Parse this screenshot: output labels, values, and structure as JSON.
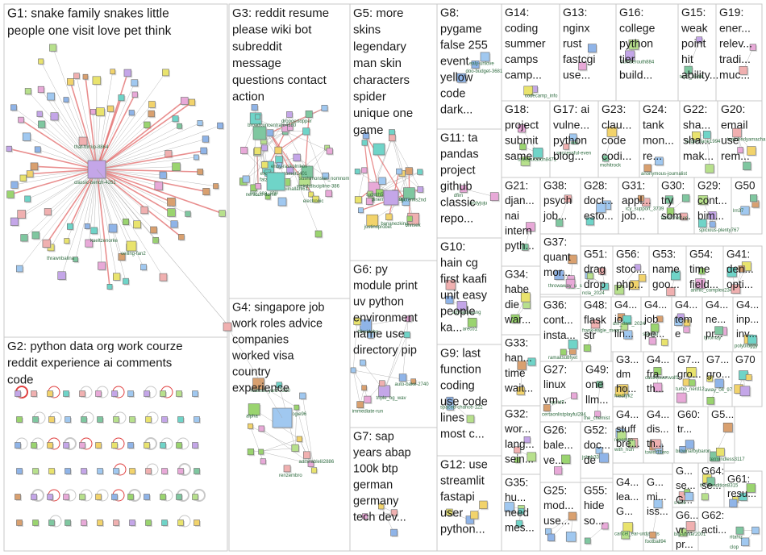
{
  "groups": [
    {
      "id": "G1",
      "lines": [
        "G1: snake family snakes little",
        "people one visit love pet think"
      ]
    },
    {
      "id": "G2",
      "lines": [
        "G2: python data org work courze",
        "reddit experience ai comments",
        "code"
      ]
    },
    {
      "id": "G3",
      "lines": [
        "G3: reddit resume",
        "please wiki bot",
        "subreddit",
        "message",
        "questions contact",
        "action"
      ]
    },
    {
      "id": "G4",
      "lines": [
        "G4: singapore job",
        "work roles advice",
        "companies",
        "worked visa",
        "country",
        "experience"
      ]
    },
    {
      "id": "G5",
      "lines": [
        "G5: more",
        "skins",
        "legendary",
        "man skin",
        "characters",
        "spider",
        "unique one",
        "game"
      ]
    },
    {
      "id": "G6",
      "lines": [
        "G6: py",
        "module print",
        "uv python",
        "environment",
        "name use",
        "directory pip"
      ]
    },
    {
      "id": "G7",
      "lines": [
        "G7: sap",
        "years abap",
        "100k btp",
        "german",
        "germany",
        "tech dev..."
      ]
    },
    {
      "id": "G8",
      "lines": [
        "G8:",
        "pygame",
        "false 255",
        "event",
        "yellow",
        "code",
        "dark..."
      ]
    },
    {
      "id": "G11",
      "lines": [
        "G11: ta",
        "pandas",
        "project",
        "github",
        "classic",
        "repo..."
      ]
    },
    {
      "id": "G10",
      "lines": [
        "G10:",
        "hain cg",
        "first kaafi",
        "unit easy",
        "people",
        "ka..."
      ]
    },
    {
      "id": "G9",
      "lines": [
        "G9: last",
        "function",
        "coding",
        "use code",
        "lines",
        "most c..."
      ]
    },
    {
      "id": "G12",
      "lines": [
        "G12: use",
        "streamlit",
        "fastapi",
        "user",
        "python..."
      ]
    },
    {
      "id": "G14",
      "lines": [
        "G14:",
        "coding",
        "summer",
        "camps",
        "camp..."
      ]
    },
    {
      "id": "G13",
      "lines": [
        "G13:",
        "nginx",
        "rust",
        "fastcgi",
        "use..."
      ]
    },
    {
      "id": "G16",
      "lines": [
        "G16:",
        "college",
        "python",
        "tier",
        "build..."
      ]
    },
    {
      "id": "G15",
      "lines": [
        "G15:",
        "weak",
        "point",
        "hit",
        "ability..."
      ]
    },
    {
      "id": "G19",
      "lines": [
        "G19:",
        "ener...",
        "relev...",
        "tradi...",
        "muc..."
      ]
    },
    {
      "id": "G18",
      "lines": [
        "G18:",
        "project",
        "submit",
        "same..."
      ]
    },
    {
      "id": "G17",
      "lines": [
        "G17: ai",
        "vulne...",
        "python",
        "blog..."
      ]
    },
    {
      "id": "G23",
      "lines": [
        "G23:",
        "clau...",
        "code",
        "codi..."
      ]
    },
    {
      "id": "G24",
      "lines": [
        "G24:",
        "tank",
        "mon...",
        "re..."
      ]
    },
    {
      "id": "G22",
      "lines": [
        "G22:",
        "sha...",
        "sha...",
        "mak..."
      ]
    },
    {
      "id": "G20",
      "lines": [
        "G20:",
        "email",
        "use",
        "rem..."
      ]
    },
    {
      "id": "G21",
      "lines": [
        "G21:",
        "djan...",
        "nai",
        "intern",
        "pyth..."
      ]
    },
    {
      "id": "G38",
      "lines": [
        "G38:",
        "psych",
        "job..."
      ]
    },
    {
      "id": "G28",
      "lines": [
        "G28:",
        "doct...",
        "esto..."
      ]
    },
    {
      "id": "G31",
      "lines": [
        "G31:",
        "appl...",
        "job..."
      ]
    },
    {
      "id": "G30",
      "lines": [
        "G30:",
        "try",
        "som..."
      ]
    },
    {
      "id": "G29",
      "lines": [
        "G29:",
        "cont...",
        "bim..."
      ]
    },
    {
      "id": "G50",
      "lines": [
        "G50"
      ]
    },
    {
      "id": "G37",
      "lines": [
        "G37:",
        "quant",
        "mor..."
      ]
    },
    {
      "id": "G51",
      "lines": [
        "G51:",
        "drag",
        "drop"
      ]
    },
    {
      "id": "G56",
      "lines": [
        "G56:",
        "stoc...",
        "php..."
      ]
    },
    {
      "id": "G53",
      "lines": [
        "G53:",
        "name",
        "goo..."
      ]
    },
    {
      "id": "G54",
      "lines": [
        "G54:",
        "time",
        "field..."
      ]
    },
    {
      "id": "G41",
      "lines": [
        "G41:",
        "den...",
        "opti..."
      ]
    },
    {
      "id": "G34",
      "lines": [
        "G34:",
        "habe",
        "die",
        "war..."
      ]
    },
    {
      "id": "G36",
      "lines": [
        "G36:",
        "cont...",
        "insta..."
      ]
    },
    {
      "id": "G48",
      "lines": [
        "G48:",
        "flask",
        "str"
      ]
    },
    {
      "id": "G4a",
      "lines": [
        "G4...",
        "io",
        "lin..."
      ]
    },
    {
      "id": "G4b",
      "lines": [
        "G4...",
        "job",
        "pe..."
      ]
    },
    {
      "id": "G4c",
      "lines": [
        "G4...",
        "tem",
        "e"
      ]
    },
    {
      "id": "G4d",
      "lines": [
        "G4...",
        "ne...",
        "pr..."
      ]
    },
    {
      "id": "G4e",
      "lines": [
        "G4...",
        "inp...",
        "inv..."
      ]
    },
    {
      "id": "G33",
      "lines": [
        "G33:",
        "han...",
        "time",
        "wait..."
      ]
    },
    {
      "id": "G27",
      "lines": [
        "G27:",
        "linux",
        "vm..."
      ]
    },
    {
      "id": "G49",
      "lines": [
        "G49:",
        "one",
        "llm..."
      ]
    },
    {
      "id": "G3a",
      "lines": [
        "G3...",
        "dm",
        "ho..."
      ]
    },
    {
      "id": "G4f",
      "lines": [
        "G4...",
        "fra...",
        "th..."
      ]
    },
    {
      "id": "G7a",
      "lines": [
        "G7...",
        "gro...",
        ""
      ]
    },
    {
      "id": "G7b",
      "lines": [
        "G7...",
        "gro...",
        ""
      ]
    },
    {
      "id": "G70",
      "lines": [
        "G70"
      ]
    },
    {
      "id": "G32",
      "lines": [
        "G32:",
        "wor...",
        "lang...",
        "sein..."
      ]
    },
    {
      "id": "G26",
      "lines": [
        "G26:",
        "bale...",
        "ve..."
      ]
    },
    {
      "id": "G52",
      "lines": [
        "G52:",
        "doc...",
        "de"
      ]
    },
    {
      "id": "G4g",
      "lines": [
        "G4...",
        "stuff",
        "bre..."
      ]
    },
    {
      "id": "G4h",
      "lines": [
        "G4...",
        "dis...",
        "th..."
      ]
    },
    {
      "id": "G60",
      "lines": [
        "G60:",
        "tr...",
        ""
      ]
    },
    {
      "id": "G5a",
      "lines": [
        "G5...",
        "",
        ""
      ]
    },
    {
      "id": "G35",
      "lines": [
        "G35:",
        "hu...",
        "need",
        "mes..."
      ]
    },
    {
      "id": "G25",
      "lines": [
        "G25:",
        "mod...",
        "use..."
      ]
    },
    {
      "id": "G55",
      "lines": [
        "G55:",
        "hide",
        "so..."
      ]
    },
    {
      "id": "G4i",
      "lines": [
        "G4...",
        "lea...",
        "G..."
      ]
    },
    {
      "id": "G4j",
      "lines": [
        "G...",
        "mi...",
        "iss..."
      ]
    },
    {
      "id": "G4k",
      "lines": [
        "G...",
        "se...",
        "G..."
      ]
    },
    {
      "id": "G64",
      "lines": [
        "G64:",
        "se...",
        ""
      ]
    },
    {
      "id": "G6a",
      "lines": [
        "G6...",
        "vr...",
        "pr..."
      ]
    },
    {
      "id": "G61",
      "lines": [
        "G61:",
        "resu...",
        ""
      ]
    },
    {
      "id": "G62",
      "lines": [
        "G62:",
        "acti...",
        ""
      ]
    }
  ],
  "node_labels": {
    "g1": [
      "that-turnip-8864",
      "classic-bench-4261",
      "kaeltzenorke",
      "ceiling-fan2",
      "thrawnbalina"
    ],
    "g3": [
      "broadconcentrate4180",
      "excitingcustomer2401",
      "weird-discipline-386",
      "sushimonster_nomnom",
      "nervous-dome",
      "sunilnallani611",
      "enby-raskolnikov",
      "big_sea_chill",
      "fatzeenmnx",
      "dropgertopper",
      "electronic"
    ],
    "g4": [
      "alpha",
      "realistic-yard-7280",
      "tilogie96",
      "admirablelil2886",
      "renzembro"
    ],
    "g5": [
      "gotenks2nd",
      "chrisek",
      "sabath5360",
      "justinsprobet",
      "bananezking",
      "pinempty7669",
      "nashalla"
    ],
    "g6": [
      "triple_og_wav",
      "bikeidaho",
      "auto-bake-2740",
      "immediate-run"
    ],
    "g8": [
      "doo-budget-3681",
      "ealy-unlove"
    ],
    "g11": [
      "andyjuju",
      "dfim"
    ],
    "g10": [
      "adytakhiaang",
      "areco1"
    ],
    "g9": [
      "spaced-chance-122"
    ],
    "g14": [
      "codecamp_info"
    ],
    "g16": [
      "dumberouth884"
    ],
    "g15": [
      "toph_3644"
    ],
    "g18": [
      "oneeputation8471"
    ],
    "g17": [
      "successful-even"
    ],
    "g23": [
      "mohitrock"
    ],
    "g24": [
      "anonymous-journalist"
    ],
    "g22": [
      "large-plane1994"
    ],
    "g20": [
      "teatchedyamacha"
    ],
    "g31": [
      "icy_support_3739"
    ],
    "g30": [
      "fadelchelcan"
    ],
    "g29": [
      "spicious-plenty767"
    ],
    "g50": [
      "lrn37"
    ],
    "g37": [
      "throwaway_u_s"
    ],
    "g51": [
      "ncla_2024"
    ],
    "g54": [
      "ahmic_complex2343"
    ],
    "g36": [
      "ramaitsu8fyet"
    ],
    "g48": [
      "frank-eagle_mean"
    ],
    "g4a": [
      "dm_dam_2024"
    ],
    "g4b": [
      "samsaf"
    ],
    "g4d": [
      "tyromay"
    ],
    "g4e": [
      "polybiuggy"
    ],
    "g27": [
      "certaonlistplayful284",
      "spirid3"
    ],
    "g3a": [
      "friedryk2"
    ],
    "g4f": [
      "cauliflowerwolf1"
    ],
    "g7a": [
      "turbo_nerd12"
    ],
    "g7b": [
      "away_04_97"
    ],
    "g49": [
      "the_chemist"
    ],
    "g4h": [
      "tower11ero"
    ],
    "g60": [
      "brownarbybaron"
    ],
    "g5a": [
      "termindless3117"
    ],
    "g52": [
      "jshah33"
    ],
    "g4g": [
      "mecman",
      "with_hun"
    ],
    "g64": [
      "tht_condition8315"
    ],
    "g6a": [
      "big-winter2001"
    ],
    "g4i": [
      "cancel_ear-urdjalogs"
    ],
    "g4j": [
      "football94"
    ],
    "g4k": [
      "s-boll"
    ],
    "g62": [
      "ritahiz",
      "clop"
    ]
  }
}
